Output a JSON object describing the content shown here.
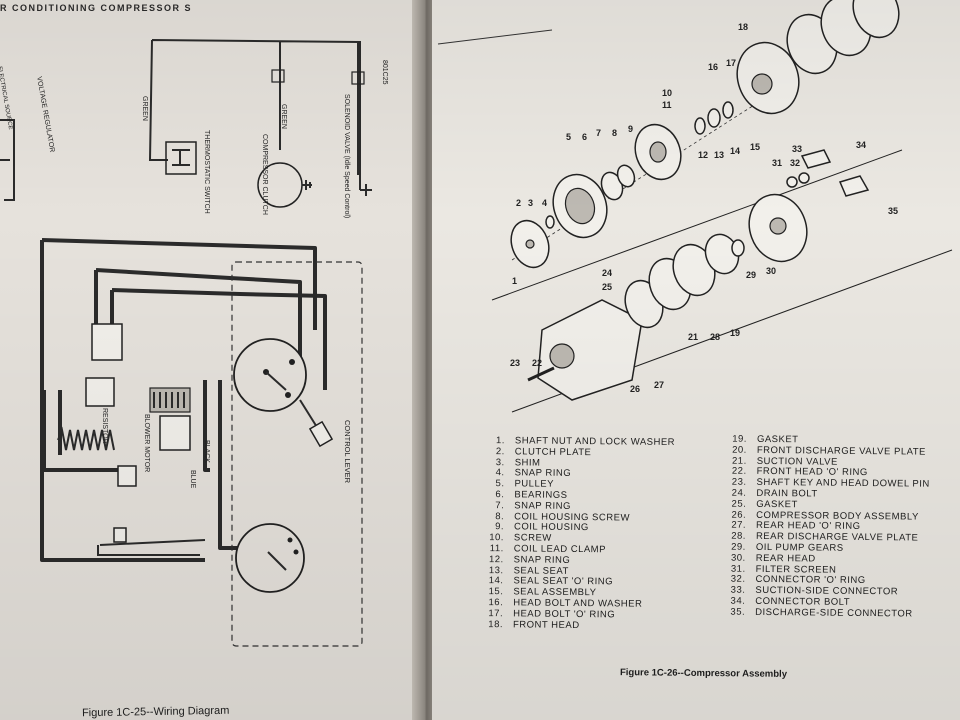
{
  "left_page": {
    "header": "R CONDITIONING COMPRESSOR S",
    "figure_caption": "Figure 1C-25--Wiring Diagram",
    "fig_code": "801C25",
    "labels": {
      "source": "ELECTRICAL SOURCE",
      "regulator": "VOLTAGE REGULATOR",
      "thermostatic": "THERMOSTATIC SWITCH",
      "green1": "GREEN",
      "green2": "GREEN",
      "clutch": "COMPRESSOR CLUTCH",
      "solenoid": "SOLENOID VALVE (Idle Speed Control)",
      "resistor": "RESISTOR",
      "blower": "BLOWER MOTOR",
      "blue": "BLUE",
      "black": "BLACK",
      "control_lever": "CONTROL LEVER"
    }
  },
  "right_page": {
    "figure_caption": "Figure 1C-26--Compressor Assembly",
    "callouts": [
      "1",
      "2",
      "3",
      "4",
      "5",
      "6",
      "7",
      "8",
      "9",
      "10",
      "11",
      "12",
      "13",
      "14",
      "15",
      "16",
      "17",
      "18",
      "19",
      "21",
      "22",
      "23",
      "24",
      "25",
      "26",
      "27",
      "28",
      "29",
      "30",
      "31",
      "32",
      "33",
      "34",
      "35"
    ],
    "parts_left": [
      {
        "n": "1.",
        "t": "SHAFT NUT AND LOCK WASHER"
      },
      {
        "n": "2.",
        "t": "CLUTCH PLATE"
      },
      {
        "n": "3.",
        "t": "SHIM"
      },
      {
        "n": "4.",
        "t": "SNAP RING"
      },
      {
        "n": "5.",
        "t": "PULLEY"
      },
      {
        "n": "6.",
        "t": "BEARINGS"
      },
      {
        "n": "7.",
        "t": "SNAP RING"
      },
      {
        "n": "8.",
        "t": "COIL HOUSING SCREW"
      },
      {
        "n": "9.",
        "t": "COIL HOUSING"
      },
      {
        "n": "10.",
        "t": "SCREW"
      },
      {
        "n": "11.",
        "t": "COIL LEAD CLAMP"
      },
      {
        "n": "12.",
        "t": "SNAP RING"
      },
      {
        "n": "13.",
        "t": "SEAL SEAT"
      },
      {
        "n": "14.",
        "t": "SEAL SEAT 'O' RING"
      },
      {
        "n": "15.",
        "t": "SEAL ASSEMBLY"
      },
      {
        "n": "16.",
        "t": "HEAD BOLT AND WASHER"
      },
      {
        "n": "17.",
        "t": "HEAD BOLT 'O' RING"
      },
      {
        "n": "18.",
        "t": "FRONT HEAD"
      }
    ],
    "parts_right": [
      {
        "n": "19.",
        "t": "GASKET"
      },
      {
        "n": "20.",
        "t": "FRONT DISCHARGE VALVE PLATE"
      },
      {
        "n": "21.",
        "t": "SUCTION VALVE"
      },
      {
        "n": "22.",
        "t": "FRONT HEAD 'O' RING"
      },
      {
        "n": "23.",
        "t": "SHAFT KEY AND HEAD DOWEL PIN"
      },
      {
        "n": "24.",
        "t": "DRAIN BOLT"
      },
      {
        "n": "25.",
        "t": "GASKET"
      },
      {
        "n": "26.",
        "t": "COMPRESSOR BODY ASSEMBLY"
      },
      {
        "n": "27.",
        "t": "REAR HEAD 'O' RING"
      },
      {
        "n": "28.",
        "t": "REAR DISCHARGE VALVE PLATE"
      },
      {
        "n": "29.",
        "t": "OIL PUMP GEARS"
      },
      {
        "n": "30.",
        "t": "REAR HEAD"
      },
      {
        "n": "31.",
        "t": "FILTER SCREEN"
      },
      {
        "n": "32.",
        "t": "CONNECTOR 'O' RING"
      },
      {
        "n": "33.",
        "t": "SUCTION-SIDE CONNECTOR"
      },
      {
        "n": "34.",
        "t": "CONNECTOR BOLT"
      },
      {
        "n": "35.",
        "t": "DISCHARGE-SIDE CONNECTOR"
      }
    ]
  }
}
